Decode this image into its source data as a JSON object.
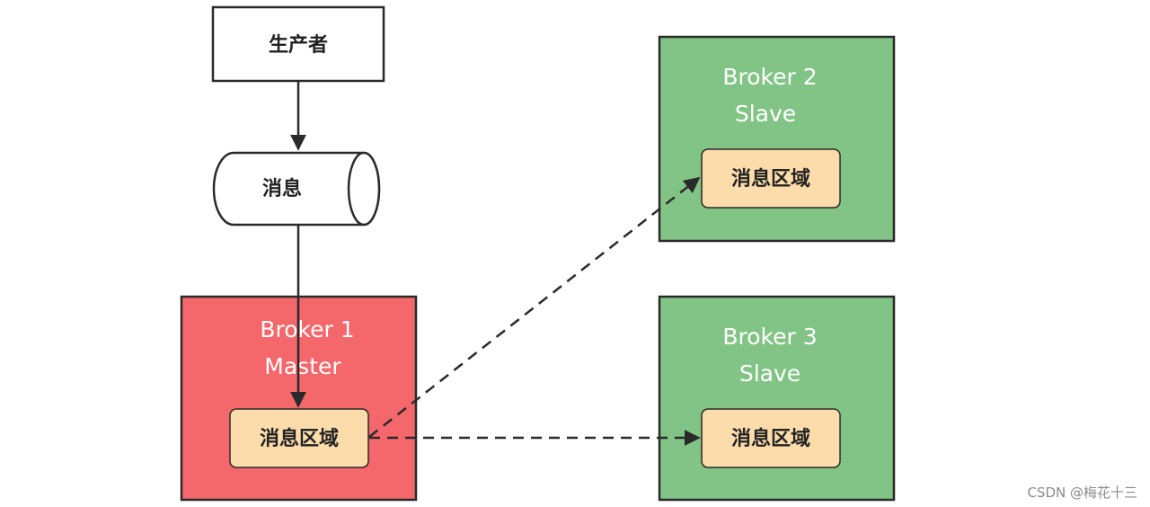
{
  "producer": {
    "label": "生产者"
  },
  "message": {
    "label": "消息"
  },
  "broker1": {
    "line1": "Broker 1",
    "line2": "Master",
    "region_label": "消息区域",
    "fill_color": "#f4676a"
  },
  "broker2": {
    "line1": "Broker 2",
    "line2": "Slave",
    "region_label": "消息区域",
    "fill_color": "#82c486"
  },
  "broker3": {
    "line1": "Broker 3",
    "line2": "Slave",
    "region_label": "消息区域",
    "fill_color": "#82c486"
  },
  "region_fill_color": "#fcdcab",
  "watermark": "CSDN @梅花十三"
}
